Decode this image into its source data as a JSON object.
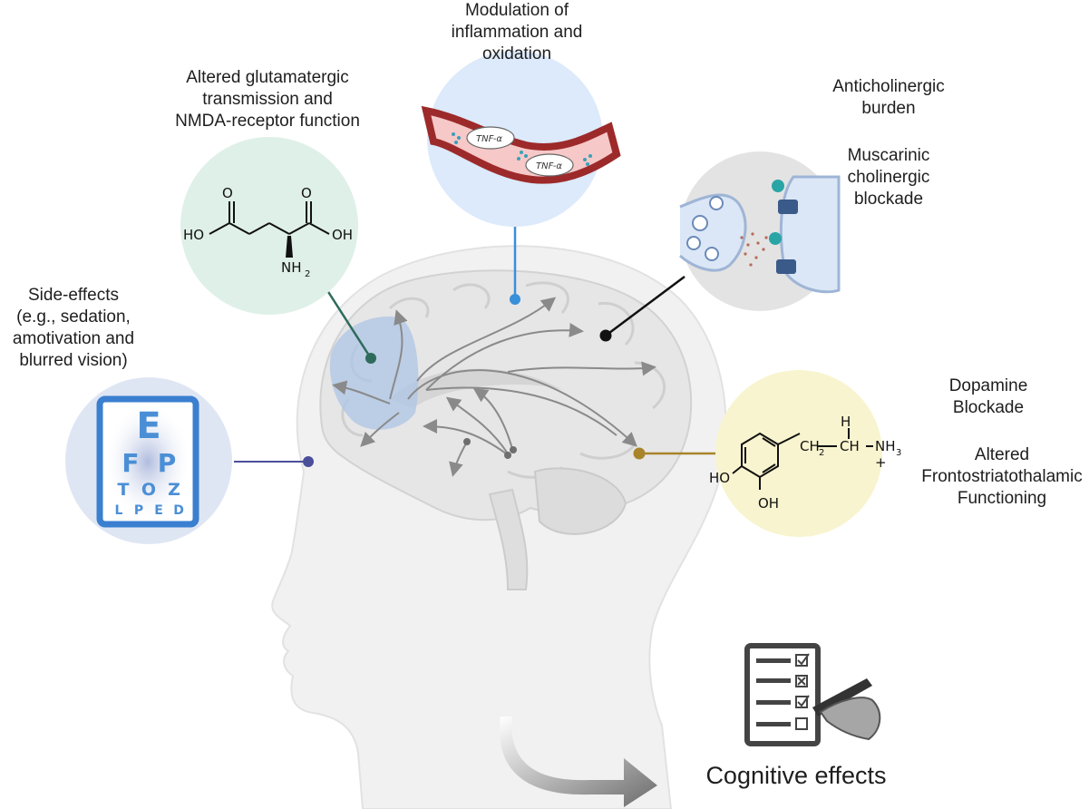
{
  "labels": {
    "inflammation": [
      "Modulation of",
      "inflammation and",
      "oxidation"
    ],
    "glutamate": [
      "Altered glutamatergic",
      "transmission and",
      "NMDA-receptor function"
    ],
    "anticholinergic": [
      "Anticholinergic",
      "burden"
    ],
    "muscarinic": [
      "Muscarinic",
      "cholinergic",
      "blockade"
    ],
    "side_effects": [
      "Side-effects",
      "(e.g., sedation,",
      "amotivation and",
      "blurred vision)"
    ],
    "dopamine": [
      "Dopamine",
      "Blockade"
    ],
    "frontostriato": [
      "Altered",
      "Frontostriatothalamic",
      "Functioning"
    ],
    "cognitive": "Cognitive effects"
  },
  "chemistry": {
    "glutamate_o1": "O",
    "glutamate_o2": "O",
    "glutamate_ho": "HO",
    "glutamate_oh": "OH",
    "glutamate_nh": "NH",
    "glutamate_nh_sub": "2",
    "dopamine_h": "H",
    "dopamine_ch2": "CH",
    "dopamine_ch2_sub": "2",
    "dopamine_ch": "CH",
    "dopamine_nh": "NH",
    "dopamine_nh_sub": "3",
    "dopamine_plus": "+",
    "dopamine_ho": "HO",
    "dopamine_oh": "OH"
  },
  "vessel": {
    "tnf_1": "TNF-α",
    "tnf_2": "TNF-α"
  },
  "eye_chart": {
    "row1": "E",
    "row2": [
      "F",
      "P"
    ],
    "row3": [
      "T",
      "O",
      "Z"
    ],
    "row4": [
      "L",
      "P",
      "E",
      "D"
    ]
  },
  "icons": {
    "brain": "brain-icon",
    "head": "head-silhouette-icon",
    "checklist": "checklist-icon",
    "hand_pen": "hand-pen-icon",
    "arrow": "curved-arrow-icon"
  },
  "colors": {
    "glutamate_circle": "#dff0e8",
    "inflammation_circle": "#dceafb",
    "synapse_circle": "#e3e3e3",
    "eye_circle": "#dfe6f3",
    "dopamine_circle": "#f8f4cf",
    "glutamate_line": "#2e6b5b",
    "inflammation_line": "#3a8fd9",
    "synapse_line": "#111111",
    "eye_line": "#4b4f9a",
    "dopamine_line": "#a8842b"
  }
}
